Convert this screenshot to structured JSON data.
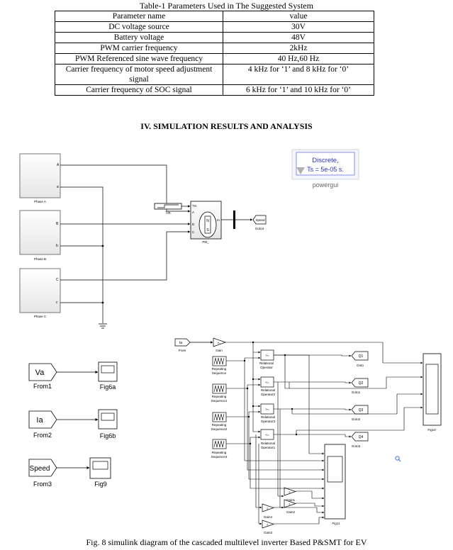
{
  "table": {
    "caption": "Table-1 Parameters Used in The Suggested System",
    "headers": [
      "Parameter name",
      "value"
    ],
    "rows": [
      [
        "DC voltage source",
        "30V"
      ],
      [
        "Battery voltage",
        "48V"
      ],
      [
        "PWM carrier frequency",
        "2kHz"
      ],
      [
        "PWM Referenced sine wave frequency",
        "40 Hz,60 Hz"
      ],
      [
        "Carrier frequency of motor speed adjustment signal",
        "4 kHz for ‘1’ and 8 kHz for ‘0’"
      ],
      [
        "Carrier frequency of SOC signal",
        "6 kHz for ‘1’ and 10 kHz for ‘0’"
      ]
    ]
  },
  "section_heading": "IV. SIMULATION RESULTS AND ANALYSIS",
  "diagram": {
    "phases": [
      {
        "label": "Phase A",
        "ports": [
          "A",
          "a"
        ]
      },
      {
        "label": "Phase B",
        "ports": [
          "B",
          "b"
        ]
      },
      {
        "label": "Phase C",
        "ports": [
          "C",
          "c"
        ]
      }
    ],
    "powergui": {
      "line1": "Discrete,",
      "line2": "Ts = 5e-05 s.",
      "label": "powergui"
    },
    "tm_label": "Tm",
    "motor": {
      "label": "PM_",
      "ports": [
        "Tm",
        "A",
        "B",
        "C"
      ],
      "out": "m"
    },
    "speed_goto": {
      "text": "Speed",
      "label": "Goto4"
    },
    "scopes": [
      {
        "from_text": "Va",
        "from_label": "From1",
        "scope_label": "Fig6a"
      },
      {
        "from_text": "Ia",
        "from_label": "From2",
        "scope_label": "Fig6b"
      },
      {
        "from_text": "Speed",
        "from_label": "From3",
        "scope_label": "Fig9"
      }
    ],
    "from_ia": {
      "text": "Ia",
      "label": "From"
    },
    "gain_label": "Gain",
    "gain_k": "K-",
    "repeating": [
      {
        "line1": "Repeating",
        "line2": "Sequence"
      },
      {
        "line1": "Repeating",
        "line2": "Sequence1"
      },
      {
        "line1": "Repeating",
        "line2": "Sequence2"
      },
      {
        "line1": "Repeating",
        "line2": "Sequence3"
      }
    ],
    "relational": [
      {
        "op": ">=",
        "line1": "Relational",
        "line2": "Operator"
      },
      {
        "op": "<=",
        "line1": "Relational",
        "line2": "Operator2"
      },
      {
        "op": ">=",
        "line1": "Relational",
        "line2": "Operator3"
      },
      {
        "op": "<=",
        "line1": "Relational",
        "line2": "Operator1"
      }
    ],
    "gotos": [
      {
        "text": "Q1",
        "label": "Goto"
      },
      {
        "text": "Q2",
        "label": "Goto1"
      },
      {
        "text": "Q3",
        "label": "Goto2"
      },
      {
        "text": "Q4",
        "label": "Goto3"
      }
    ],
    "gains_small": [
      {
        "k": "-1",
        "label": "Gain1"
      },
      {
        "k": "-1",
        "label": "Gain2"
      },
      {
        "k": "-1",
        "label": "Gain4"
      },
      {
        "k": "-1",
        "label": "Gain3"
      }
    ],
    "fig10_label": "Fig10",
    "fig11_label": "Fig11"
  },
  "figure_caption": "Fig. 8 simulink diagram of the cascaded multilevel inverter Based P&SMT for EV"
}
